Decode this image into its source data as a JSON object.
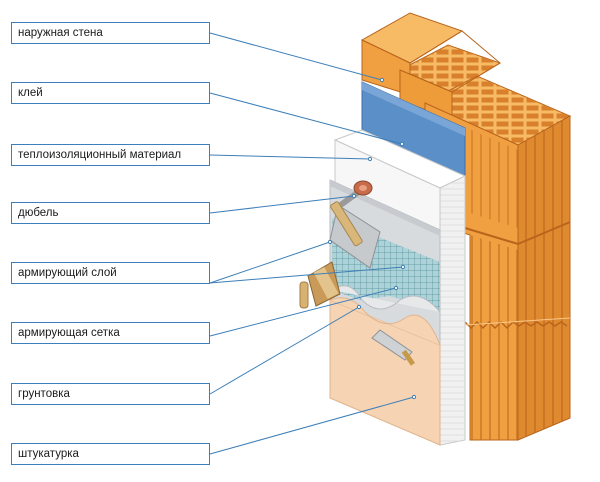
{
  "labels": [
    {
      "key": "outer_wall",
      "text": "наружная стена"
    },
    {
      "key": "glue",
      "text": "клей"
    },
    {
      "key": "insulation",
      "text": "теплоизоляционный материал"
    },
    {
      "key": "dowel",
      "text": "дюбель"
    },
    {
      "key": "reinforcing_layer",
      "text": "армирующий слой"
    },
    {
      "key": "reinforcing_mesh",
      "text": "армирующая сетка"
    },
    {
      "key": "primer",
      "text": "грунтовка"
    },
    {
      "key": "plaster",
      "text": "штукатурка"
    }
  ],
  "colors": {
    "brick_front": "#f0a040",
    "brick_top": "#f7bb66",
    "brick_side": "#d9822b",
    "brick_line": "#b8641c",
    "glue": "#5b8fc8",
    "insulation": "#f5f5f5",
    "reinforcing_layer": "#d8dbde",
    "mesh": "#8fc0c8",
    "primer": "#e9e6e1",
    "plaster": "#f5d3b3",
    "leader_line": "#3d7fb8",
    "label_border": "#3d7fb8"
  },
  "icons": [
    "dowel-icon",
    "brush-icon",
    "trowel-icon"
  ]
}
